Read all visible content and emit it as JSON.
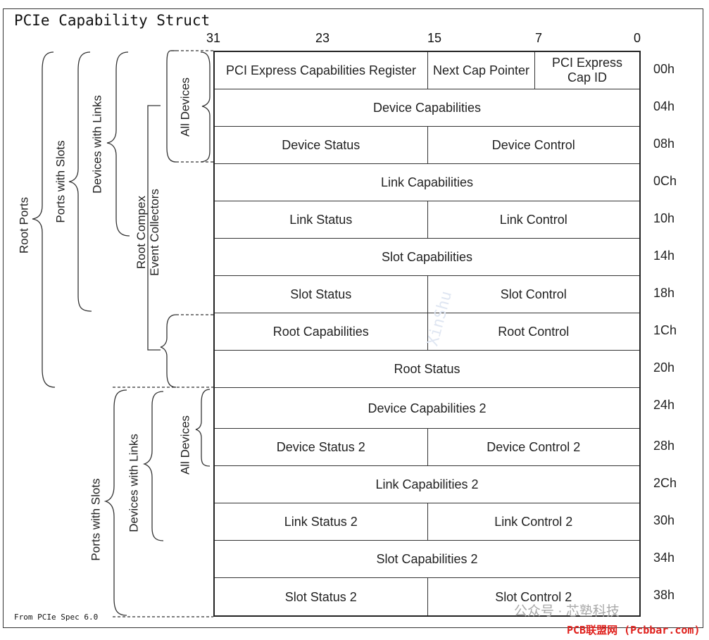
{
  "title": "PCIe Capability Struct",
  "bit_positions": [
    "31",
    "23",
    "15",
    "7",
    "0"
  ],
  "rows": [
    {
      "offset": "00h",
      "cells": [
        "PCI Express Capabilities Register",
        "Next Cap Pointer",
        "PCI Express Cap ID"
      ]
    },
    {
      "offset": "04h",
      "cells": [
        "Device Capabilities"
      ]
    },
    {
      "offset": "08h",
      "cells": [
        "Device Status",
        "Device Control"
      ]
    },
    {
      "offset": "0Ch",
      "cells": [
        "Link Capabilities"
      ]
    },
    {
      "offset": "10h",
      "cells": [
        "Link Status",
        "Link Control"
      ]
    },
    {
      "offset": "14h",
      "cells": [
        "Slot Capabilities"
      ]
    },
    {
      "offset": "18h",
      "cells": [
        "Slot Status",
        "Slot Control"
      ]
    },
    {
      "offset": "1Ch",
      "cells": [
        "Root Capabilities",
        "Root Control"
      ]
    },
    {
      "offset": "20h",
      "cells": [
        "Root Status"
      ]
    },
    {
      "offset": "24h",
      "cells": [
        "Device Capabilities 2"
      ]
    },
    {
      "offset": "28h",
      "cells": [
        "Device Status 2",
        "Device Control 2"
      ]
    },
    {
      "offset": "2Ch",
      "cells": [
        "Link Capabilities 2"
      ]
    },
    {
      "offset": "30h",
      "cells": [
        "Link Status 2",
        "Link Control 2"
      ]
    },
    {
      "offset": "34h",
      "cells": [
        "Slot Capabilities 2"
      ]
    },
    {
      "offset": "38h",
      "cells": [
        "Slot Status 2",
        "Slot Control 2"
      ]
    }
  ],
  "group_labels": {
    "root_ports": "Root Ports",
    "ports_with_slots_top": "Ports with Slots",
    "devices_with_links_top": "Devices with Links",
    "all_devices_top": "All Devices",
    "rcec_line1": "Root Compex",
    "rcec_line2": "Event Collectors",
    "ports_with_slots_bottom": "Ports with Slots",
    "devices_with_links_bottom": "Devices with Links",
    "all_devices_bottom": "All Devices"
  },
  "source_note": "From PCIe Spec 6.0",
  "diagram_watermark": "XinShu",
  "watermark": "公众号 · 芯塾科技",
  "site_label": "PCB联盟网 (Pcbbar.com)"
}
